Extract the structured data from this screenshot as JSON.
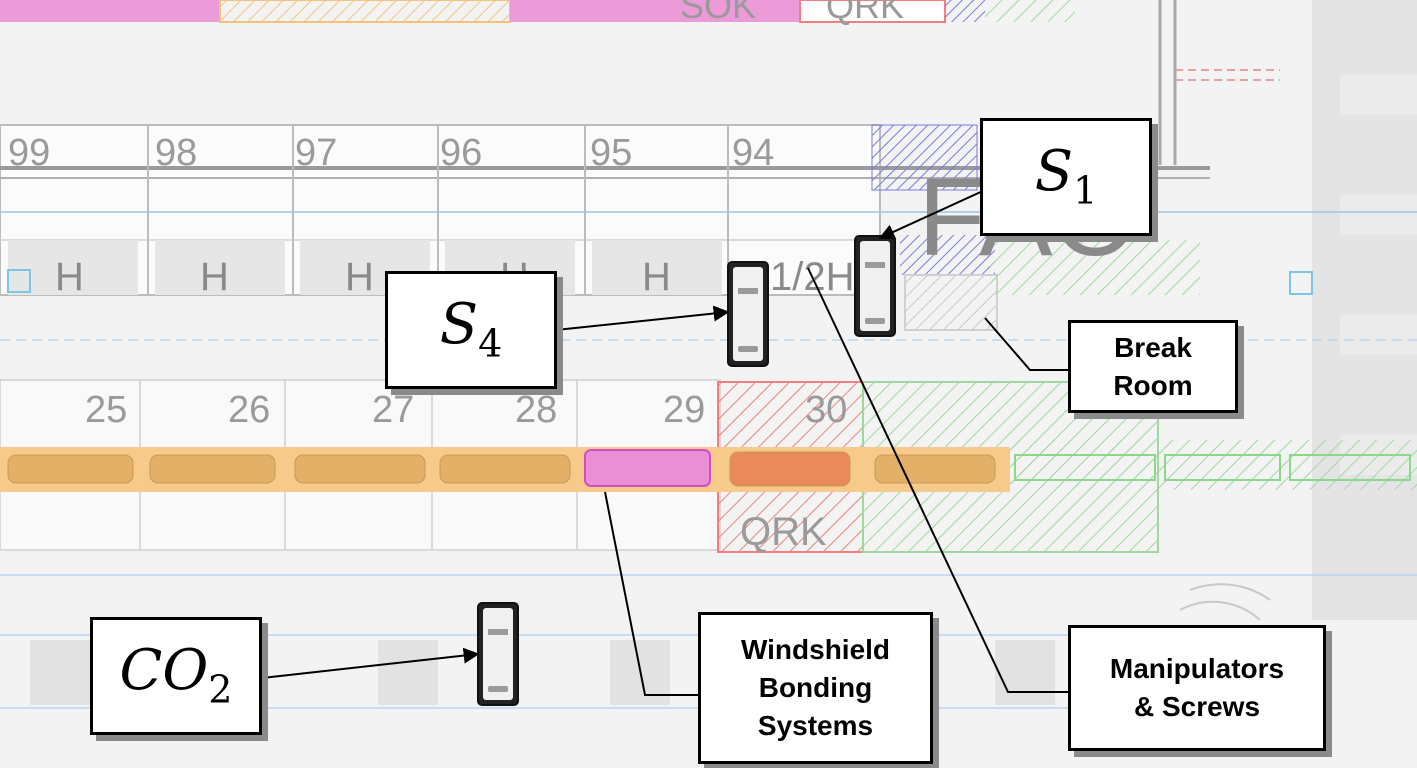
{
  "plan": {
    "station_numbers_upper": [
      "99",
      "98",
      "97",
      "96",
      "95",
      "94"
    ],
    "station_numbers_lower": [
      "25",
      "26",
      "27",
      "28",
      "29",
      "30"
    ],
    "h_labels": [
      "H",
      "H",
      "H",
      "H",
      "H",
      "1/2H"
    ],
    "zone_labels": {
      "top_right": "FAO",
      "top_left": "SOK",
      "top_mid": "QRK",
      "lower": "QRK"
    }
  },
  "callouts": {
    "s1": {
      "symbol": "S",
      "sub": "1"
    },
    "s4": {
      "symbol": "S",
      "sub": "4"
    },
    "co2": {
      "symbol": "CO",
      "sub": "2"
    },
    "break_room": [
      "Break",
      "Room"
    ],
    "windshield": [
      "Windshield",
      "Bonding",
      "Systems"
    ],
    "manipulators": [
      "Manipulators",
      "& Screws"
    ]
  },
  "colors": {
    "label_border": "#000000",
    "label_shadow": "#8a8a8a",
    "conveyor": "#f7c98a",
    "conveyor_part": "#e2b066",
    "magenta_zone": "#e98fd6",
    "red_hatch": "#f08080",
    "green_hatch": "#9fd89f",
    "blue_hatch": "#8888e0"
  }
}
